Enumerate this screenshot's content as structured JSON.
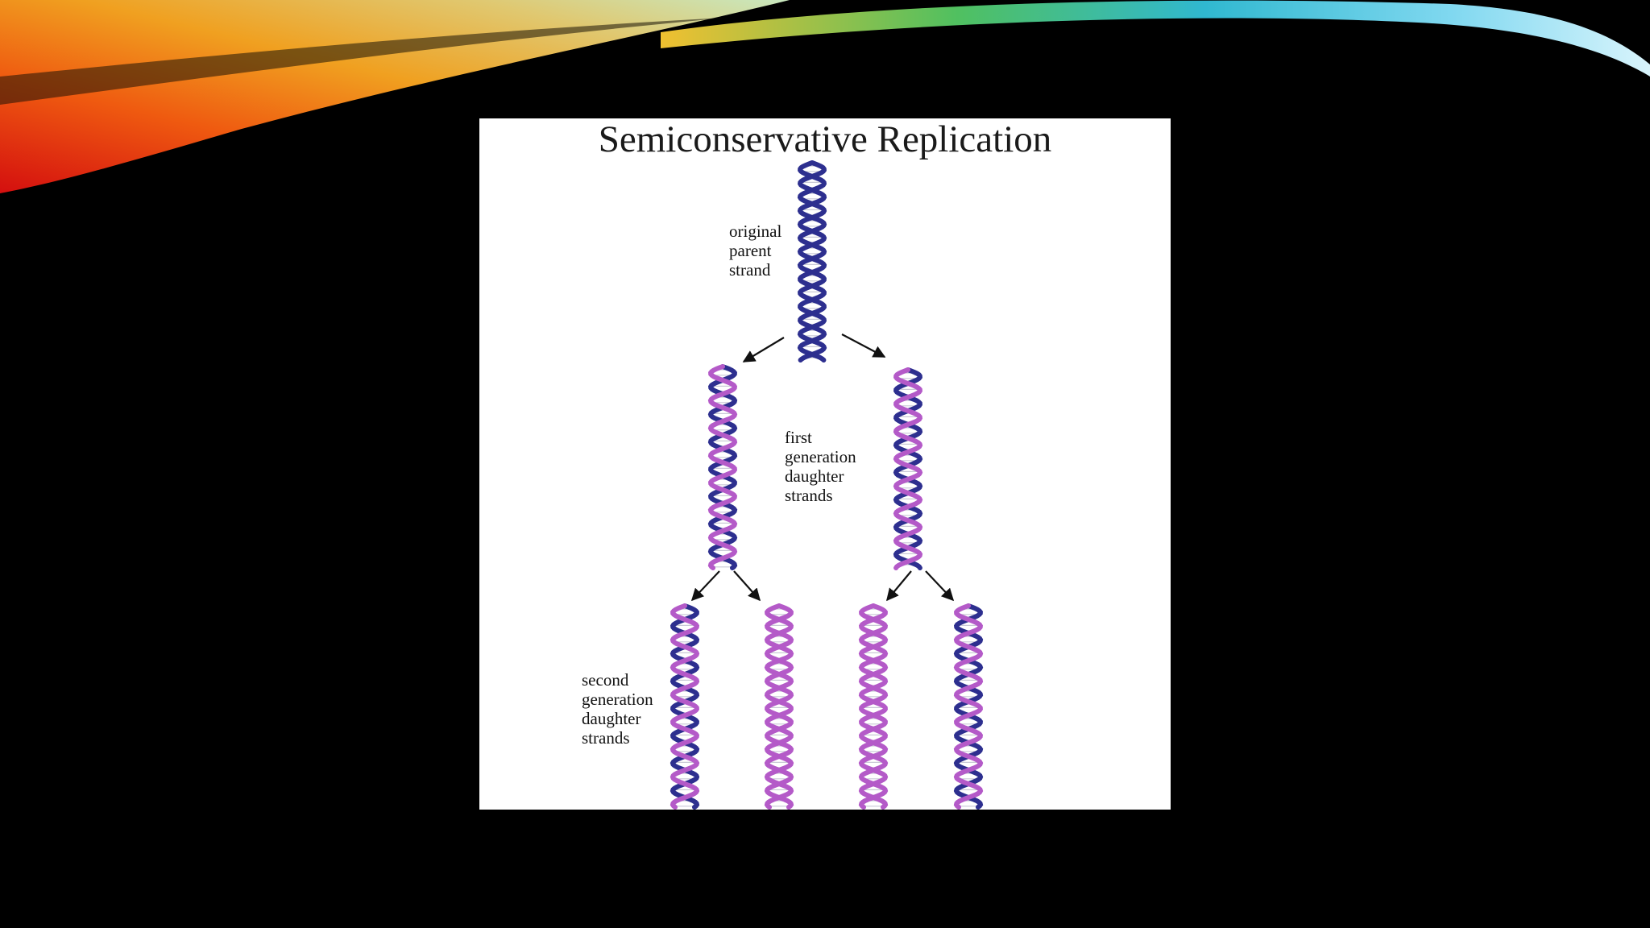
{
  "slide": {
    "background_color": "#000000",
    "decoration": "rainbow-swoosh"
  },
  "figure": {
    "title": "Semiconservative Replication",
    "labels": {
      "original": "original\nparent\nstrand",
      "first_generation": "first\ngeneration\ndaughter\nstrands",
      "second_generation": "second\ngeneration\ndaughter\nstrands"
    },
    "colors": {
      "parent_strand": "#2d2f8f",
      "new_strand": "#b45ac8",
      "arrows": "#111111"
    },
    "helices": [
      {
        "generation": "original",
        "strands": [
          "parent",
          "parent"
        ]
      },
      {
        "generation": "first",
        "strands": [
          "parent",
          "new"
        ]
      },
      {
        "generation": "first",
        "strands": [
          "parent",
          "new"
        ]
      },
      {
        "generation": "second",
        "strands": [
          "parent",
          "new"
        ]
      },
      {
        "generation": "second",
        "strands": [
          "new",
          "new"
        ]
      },
      {
        "generation": "second",
        "strands": [
          "new",
          "new"
        ]
      },
      {
        "generation": "second",
        "strands": [
          "parent",
          "new"
        ]
      }
    ]
  }
}
